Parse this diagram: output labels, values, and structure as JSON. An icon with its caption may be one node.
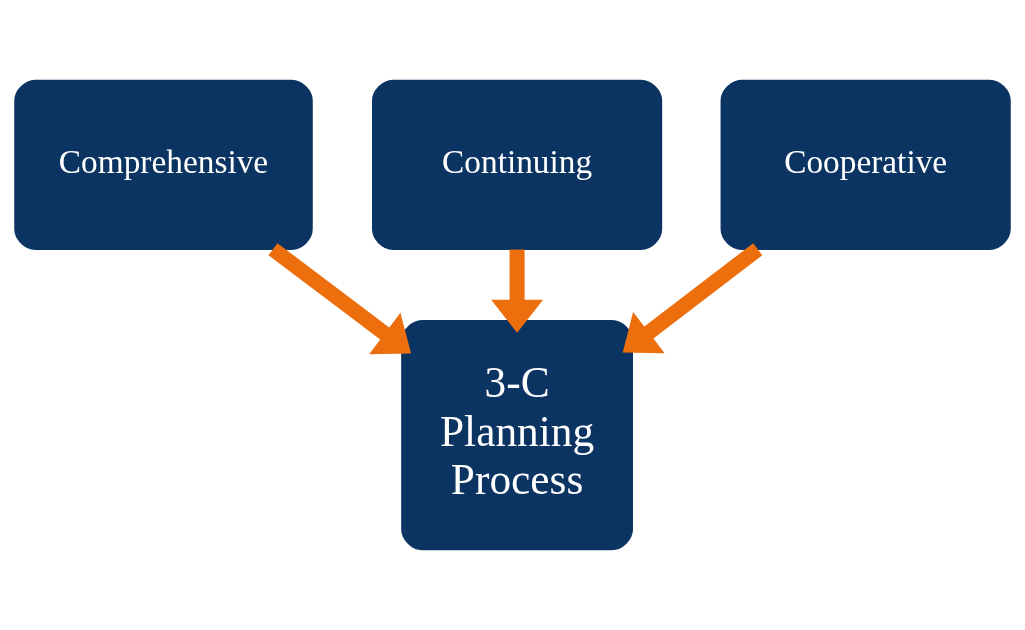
{
  "diagram": {
    "nodes": [
      {
        "text": [
          "Continuing"
        ]
      },
      {
        "text": [
          "Comprehensive"
        ]
      },
      {
        "text": [
          "Cooperative"
        ]
      },
      {
        "text": [
          "3-C Planning Process"
        ]
      }
    ],
    "edges": [
      {
        "from": 0,
        "to": 3,
        "arrow": "to"
      },
      {
        "from": 1,
        "to": 3,
        "arrow": "to"
      },
      {
        "from": 2,
        "to": 3,
        "arrow": "to"
      }
    ]
  }
}
